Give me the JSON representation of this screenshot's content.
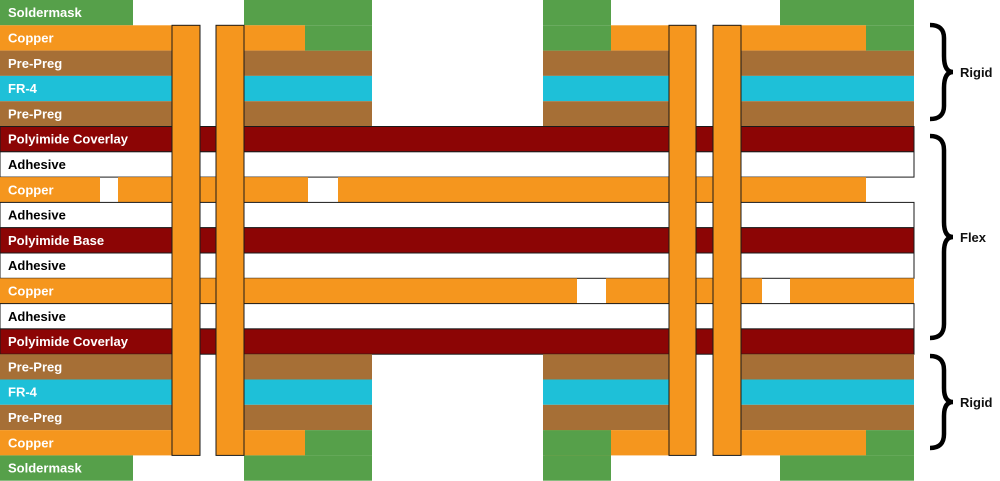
{
  "colors": {
    "soldermask": "#56A04A",
    "copper": "#F5961E",
    "prepreg": "#A66F36",
    "fr4": "#1EC0D8",
    "polyimide": "#8C0505",
    "adhesive": "#FFFFFF",
    "outline": "#1a1a1a",
    "label_light": "#FFFFFF",
    "label_dark": "#000000"
  },
  "layers": [
    {
      "label": "Soldermask",
      "material": "soldermask"
    },
    {
      "label": "Copper",
      "material": "copper"
    },
    {
      "label": "Pre-Preg",
      "material": "prepreg"
    },
    {
      "label": "FR-4",
      "material": "fr4"
    },
    {
      "label": "Pre-Preg",
      "material": "prepreg"
    },
    {
      "label": "Polyimide Coverlay",
      "material": "polyimide"
    },
    {
      "label": "Adhesive",
      "material": "adhesive"
    },
    {
      "label": "Copper",
      "material": "copper"
    },
    {
      "label": "Adhesive",
      "material": "adhesive"
    },
    {
      "label": "Polyimide Base",
      "material": "polyimide"
    },
    {
      "label": "Adhesive",
      "material": "adhesive"
    },
    {
      "label": "Copper",
      "material": "copper"
    },
    {
      "label": "Adhesive",
      "material": "adhesive"
    },
    {
      "label": "Polyimide Coverlay",
      "material": "polyimide"
    },
    {
      "label": "Pre-Preg",
      "material": "prepreg"
    },
    {
      "label": "FR-4",
      "material": "fr4"
    },
    {
      "label": "Pre-Preg",
      "material": "prepreg"
    },
    {
      "label": "Copper",
      "material": "copper"
    },
    {
      "label": "Soldermask",
      "material": "soldermask"
    }
  ],
  "sections": {
    "rigid_top": "Rigid",
    "flex": "Flex",
    "rigid_bottom": "Rigid"
  }
}
